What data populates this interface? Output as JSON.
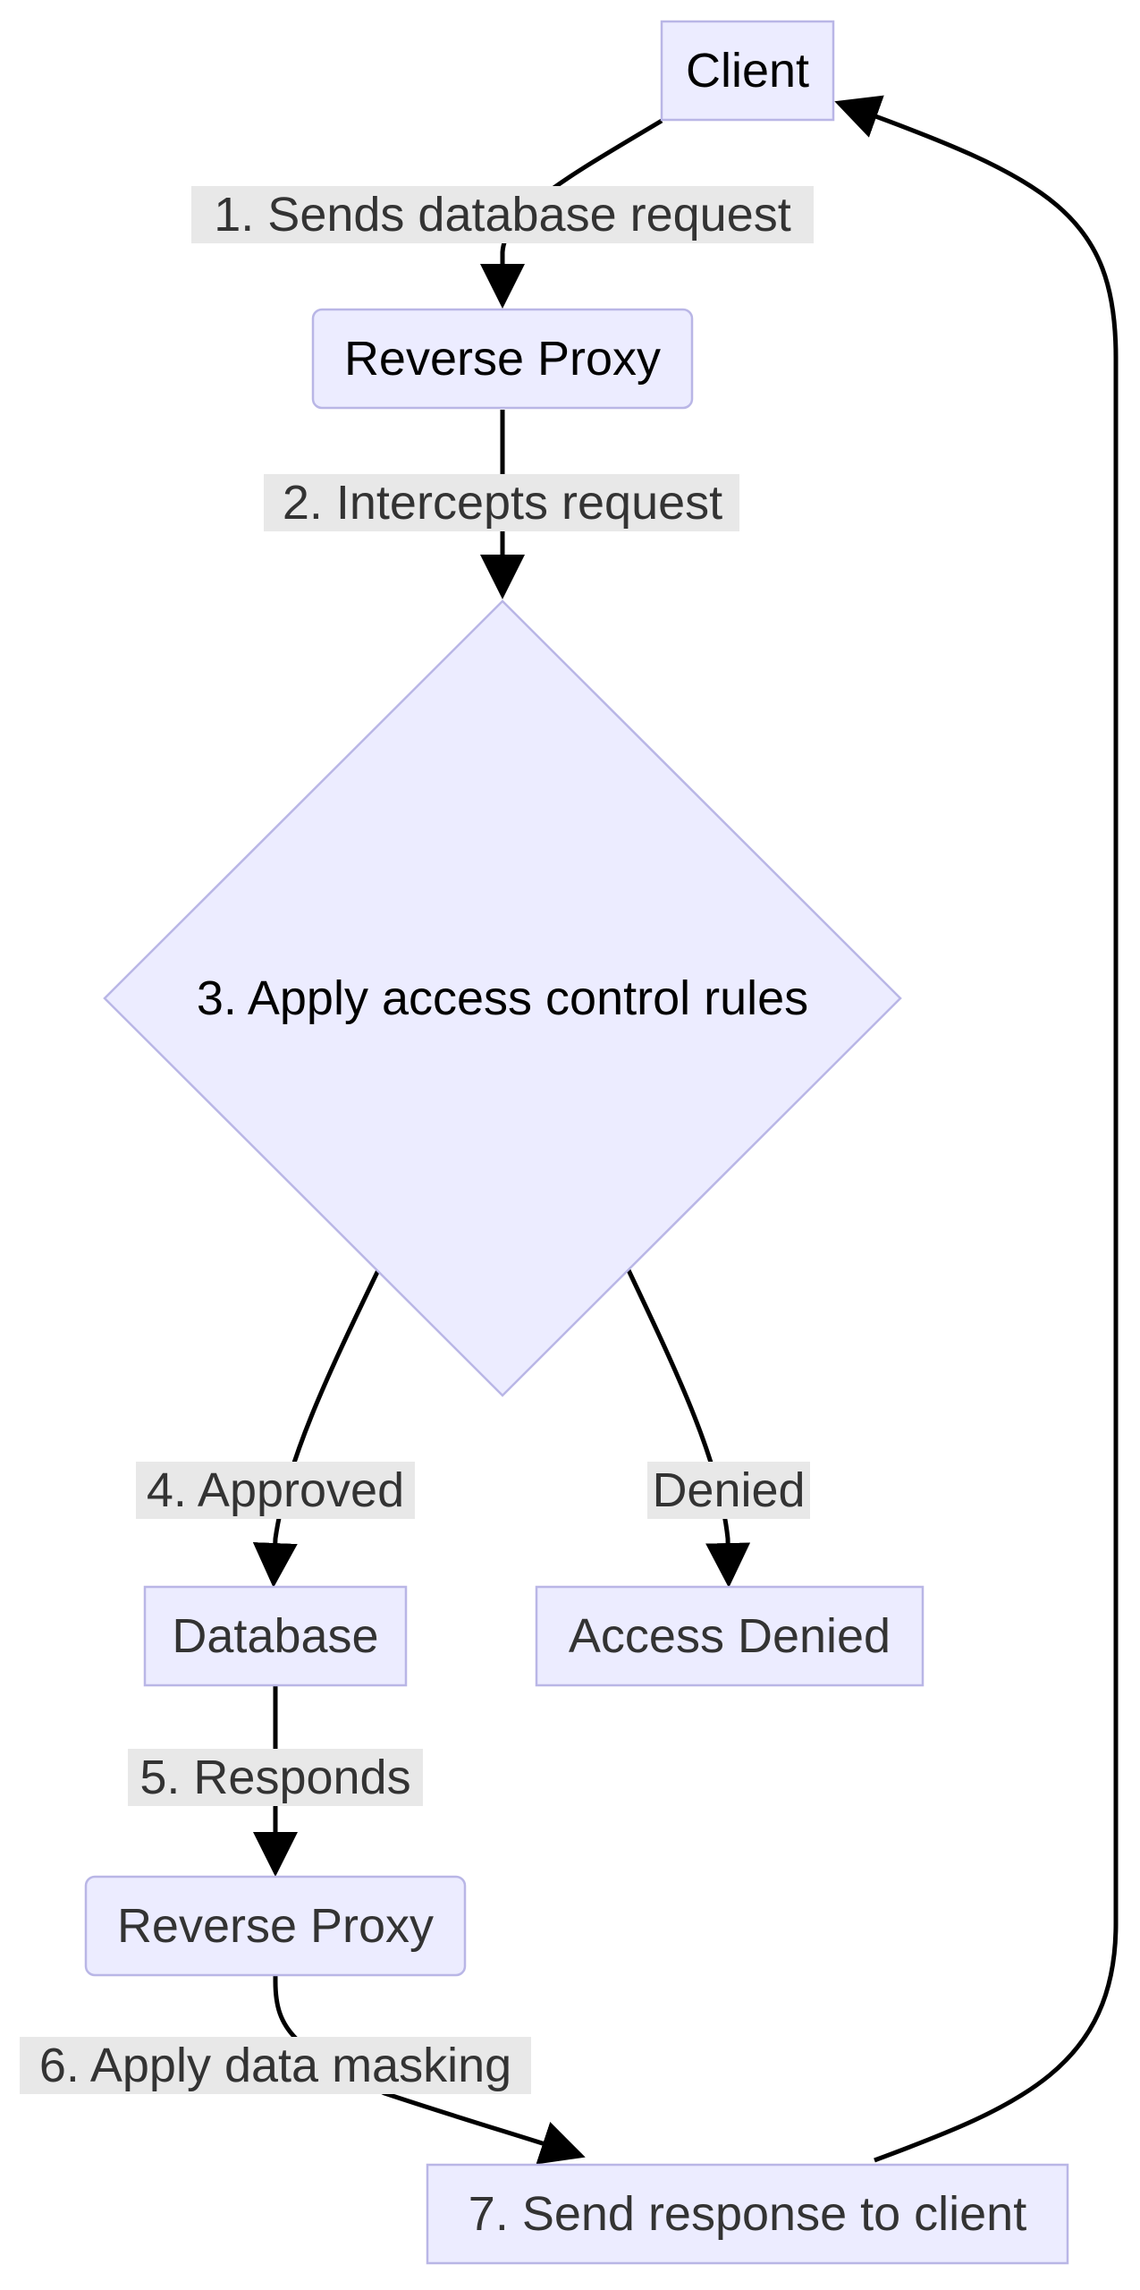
{
  "nodes": {
    "client": "Client",
    "proxy_in": "Reverse Proxy",
    "rules": "3. Apply access control rules",
    "database": "Database",
    "access_denied": "Access Denied",
    "proxy_out": "Reverse Proxy",
    "send_response": "7. Send response to client"
  },
  "edges": {
    "sends_request": "1. Sends database request",
    "intercepts": "2. Intercepts request",
    "approved": "4. Approved",
    "denied": "Denied",
    "responds": "5. Responds",
    "masking": "6. Apply data masking"
  },
  "colors": {
    "node_fill": "#ececff",
    "node_stroke": "#b9b6e6",
    "edge": "#000000",
    "label_bg": "#e8e8e8",
    "label_text": "#333333"
  }
}
